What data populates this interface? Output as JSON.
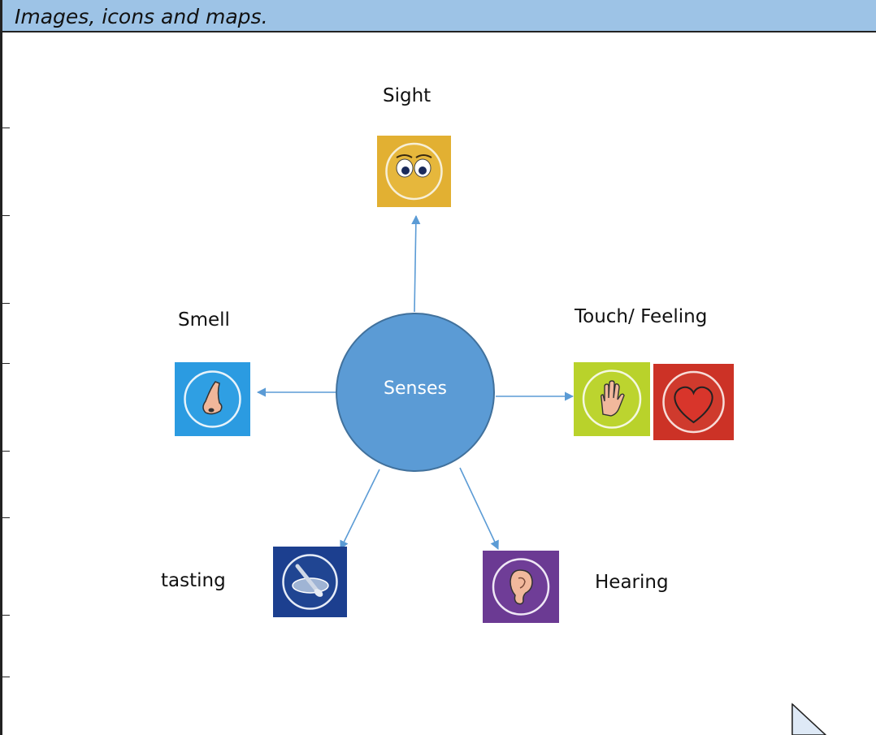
{
  "header": {
    "title": "Images, icons and maps."
  },
  "diagram": {
    "center": {
      "label": "Senses",
      "color": "#5b9bd5"
    },
    "senses": {
      "sight": {
        "label": "Sight",
        "icon": "eyes-icon",
        "color": "#e2b032"
      },
      "smell": {
        "label": "Smell",
        "icon": "nose-icon",
        "color": "#2b9be1"
      },
      "touch": {
        "label": "Touch/ Feeling",
        "icons": [
          "hand-icon",
          "heart-icon"
        ],
        "colors": [
          "#b9d22b",
          "#cc3226"
        ]
      },
      "tasting": {
        "label": "tasting",
        "icon": "spoon-icon",
        "color": "#1c3f8f"
      },
      "hearing": {
        "label": "Hearing",
        "icon": "ear-icon",
        "color": "#6b3a93"
      }
    },
    "arrow_color": "#5b9bd5"
  }
}
